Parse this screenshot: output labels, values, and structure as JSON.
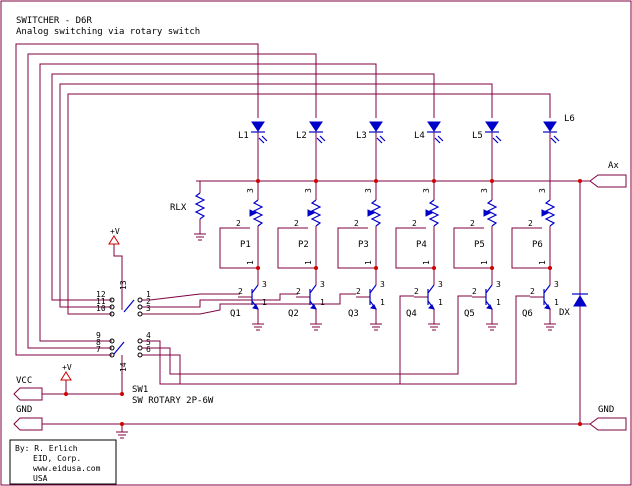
{
  "title": {
    "line1": "SWITCHER - D6R",
    "line2": "Analog switching via rotary switch"
  },
  "credits": {
    "line1": "By: R. Erlich",
    "line2": "EID, Corp.",
    "line3": "www.eidusa.com",
    "line4": "USA"
  },
  "leds": [
    "L1",
    "L2",
    "L3",
    "L4",
    "L5",
    "L6"
  ],
  "pots": [
    "P1",
    "P2",
    "P3",
    "P4",
    "P5",
    "P6"
  ],
  "transistors": [
    "Q1",
    "Q2",
    "Q3",
    "Q4",
    "Q5",
    "Q6"
  ],
  "resistor_label": "RLX",
  "diode_label": "DX",
  "switch": {
    "ref": "SW1",
    "value": "SW ROTARY 2P-6W",
    "left_pins_top": [
      "12",
      "11",
      "10"
    ],
    "left_pins_bottom": [
      "9",
      "8",
      "7"
    ],
    "right_pins_top": [
      "1",
      "2",
      "3"
    ],
    "right_pins_bottom": [
      "4",
      "5",
      "6"
    ],
    "common_top": "13",
    "common_bottom": "14"
  },
  "power": {
    "plus_top": "+V",
    "plus_bottom": "+V",
    "vcc": "VCC",
    "gnd_left": "GND",
    "gnd_right": "GND",
    "output": "Ax"
  },
  "pin_numbers": {
    "one": "1",
    "two": "2",
    "three": "3"
  },
  "colors": {
    "wire": "#800040",
    "component": "#0000c8",
    "node": "#d00000"
  }
}
